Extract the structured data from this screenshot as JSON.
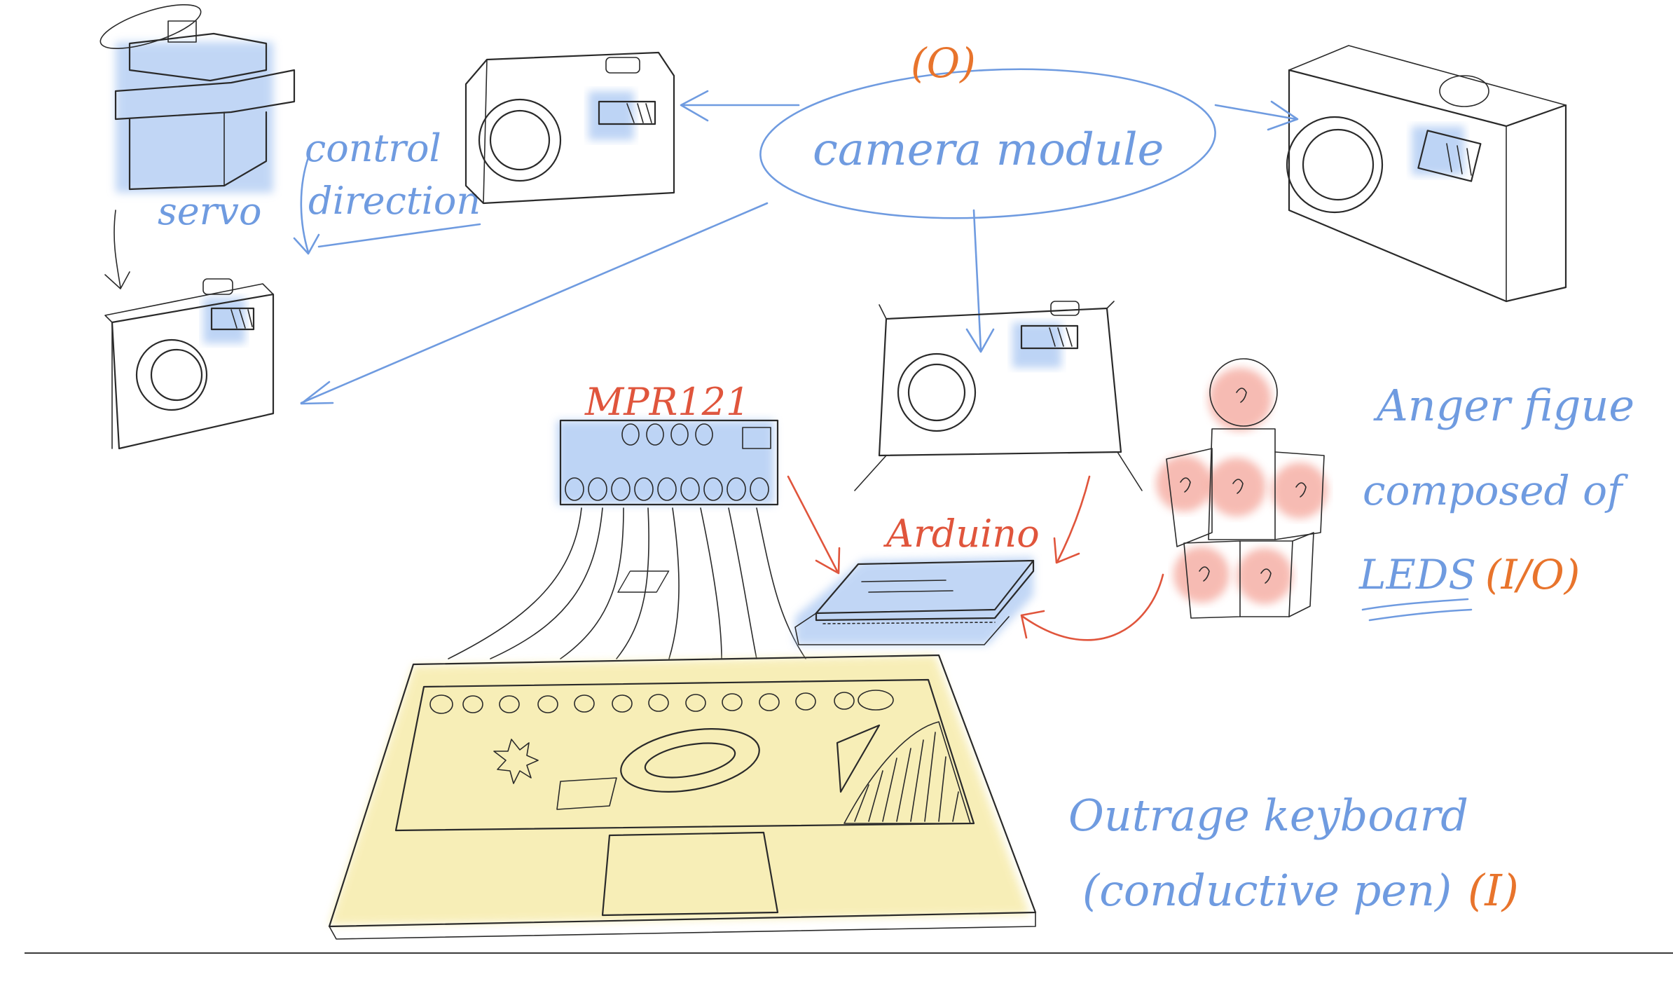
{
  "colors": {
    "ink": "#2a2a2a",
    "blue_ink": "#6f9be0",
    "blue_wash": "#a8c6f2",
    "red_ink": "#e0553c",
    "orange_ink": "#e8742c",
    "red_wash": "#f4a59a",
    "yellow_wash": "#f6eaa6"
  },
  "labels": {
    "camera_module": "camera module",
    "output_tag": "(O)",
    "servo": "servo",
    "control_line1": "control",
    "control_line2": "direction",
    "mpr121": "MPR121",
    "arduino": "Arduino",
    "anger_line1": "Anger figue",
    "anger_line2": "composed of",
    "anger_leds": "LEDS",
    "anger_tag": "(I/O)",
    "keyboard_line1": "Outrage keyboard",
    "keyboard_line2": "(conductive pen)",
    "keyboard_tag": "(I)"
  },
  "icons": [
    "servo-icon",
    "camera-icon",
    "mpr121-board-icon",
    "arduino-board-icon",
    "led-figure-icon",
    "keyboard-icon"
  ]
}
